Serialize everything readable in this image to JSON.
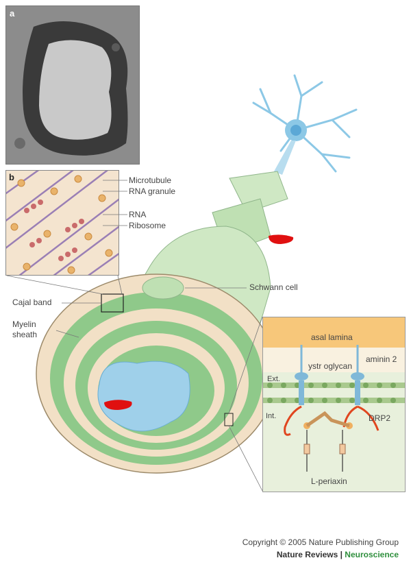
{
  "panels": {
    "a": "a",
    "b": "b"
  },
  "labels": {
    "microtubule": "Microtubule",
    "rna_granule": "RNA granule",
    "rna": "RNA",
    "ribosome": "Ribosome",
    "schwann_cell": "Schwann cell",
    "cajal_band": "Cajal band",
    "myelin_sheath": "Myelin\nsheath",
    "basal_lamina": "asal lamina",
    "dystroglycan": "ystr oglycan",
    "laminin2": "aminin 2",
    "ext": "Ext.",
    "int": "Int.",
    "drp2": "DRP2",
    "l_periaxin": "L-periaxin"
  },
  "footer": {
    "copyright": "Copyright © 2005 Nature Publishing Group",
    "journal": "Nature Reviews",
    "separator": " | ",
    "section": "Neuroscience"
  },
  "colors": {
    "myelin_green": "#8fc98a",
    "axon_blue": "#9fd0ea",
    "cytoplasm_beige": "#f2e0c6",
    "mark_red": "#e01010"
  }
}
